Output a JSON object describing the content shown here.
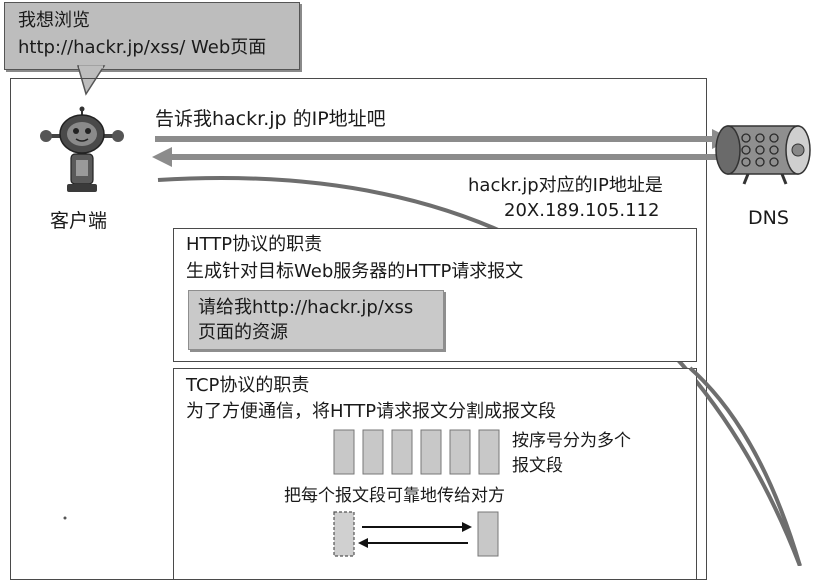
{
  "bubble": {
    "line1": "我想浏览",
    "line2": "http://hackr.jp/xss/ Web页面"
  },
  "client": {
    "label": "客户端"
  },
  "dns": {
    "label": "DNS",
    "request": "告诉我hackr.jp 的IP地址吧",
    "response_line1": "hackr.jp对应的IP地址是",
    "response_line2": "20X.189.105.112"
  },
  "http_box": {
    "title": "HTTP协议的职责",
    "desc": "生成针对目标Web服务器的HTTP请求报文",
    "msg_line1": "请给我http://hackr.jp/xss",
    "msg_line2": "页面的资源"
  },
  "tcp_box": {
    "title": "TCP协议的职责",
    "desc": "为了方便通信，将HTTP请求报文分割成报文段",
    "segments_note_line1": "按序号分为多个",
    "segments_note_line2": "报文段",
    "transfer_note": "把每个报文段可靠地传给对方",
    "segment_count": 6
  },
  "colors": {
    "bubble_fill": "#bdbdbd",
    "arrow": "#8c8c8c",
    "curve": "#6e6e6e",
    "segment_fill": "#c8c8c8"
  }
}
